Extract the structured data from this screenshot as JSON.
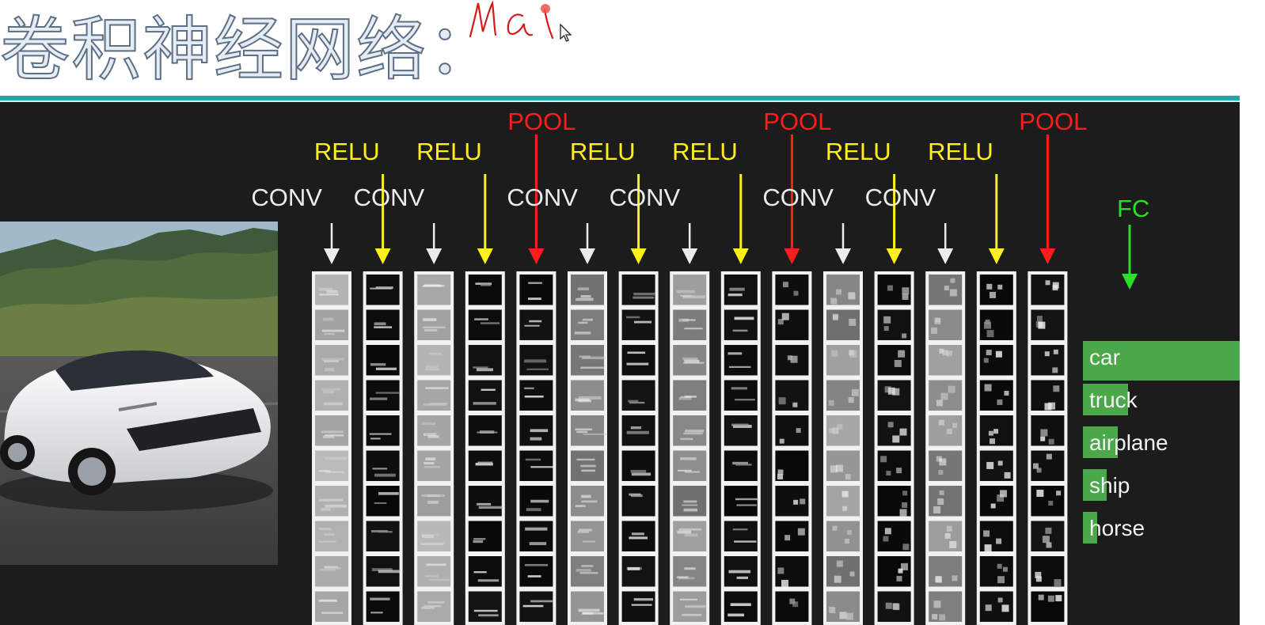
{
  "slide_title": "卷积神经网络：",
  "handwritten_note": "Ma",
  "colors": {
    "conv": "#ececec",
    "relu": "#ffef1a",
    "pool": "#ff1c1c",
    "fc": "#2adf2a",
    "class_bar": "#4aa84a",
    "accent_rule": "#22a4a8"
  },
  "network": {
    "layers": [
      {
        "type": "CONV",
        "label": "CONV"
      },
      {
        "type": "RELU",
        "label": "RELU"
      },
      {
        "type": "CONV",
        "label": "CONV"
      },
      {
        "type": "RELU",
        "label": "RELU"
      },
      {
        "type": "POOL",
        "label": "POOL"
      },
      {
        "type": "CONV",
        "label": "CONV"
      },
      {
        "type": "RELU",
        "label": "RELU"
      },
      {
        "type": "CONV",
        "label": "CONV"
      },
      {
        "type": "RELU",
        "label": "RELU"
      },
      {
        "type": "POOL",
        "label": "POOL"
      },
      {
        "type": "CONV",
        "label": "CONV"
      },
      {
        "type": "RELU",
        "label": "RELU"
      },
      {
        "type": "CONV",
        "label": "CONV"
      },
      {
        "type": "RELU",
        "label": "RELU"
      },
      {
        "type": "POOL",
        "label": "POOL"
      }
    ],
    "fc_label": "FC",
    "classes": [
      {
        "name": "car",
        "score": 1.0
      },
      {
        "name": "truck",
        "score": 0.29
      },
      {
        "name": "airplane",
        "score": 0.22
      },
      {
        "name": "ship",
        "score": 0.15
      },
      {
        "name": "horse",
        "score": 0.09
      }
    ]
  }
}
